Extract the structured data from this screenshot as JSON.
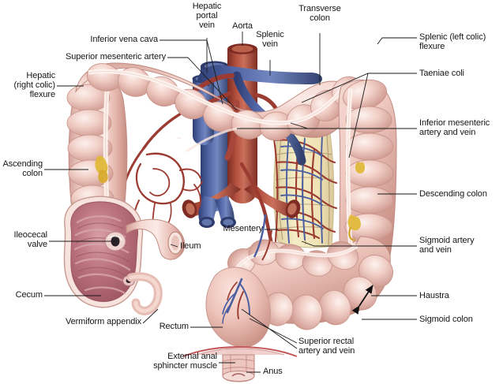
{
  "figure": {
    "title": "Large intestine (colon) gross anatomy with blood supply",
    "background_color": "#ffffff",
    "colors": {
      "colon_light": "#f0cfc8",
      "colon_mid": "#e3b2a9",
      "colon_shadow": "#c99187",
      "colon_highlight": "#fbeae6",
      "taenia": "#fbf0ec",
      "artery": "#9c3b31",
      "artery_light": "#c06050",
      "vein": "#4b5fa0",
      "vein_light": "#6d80bb",
      "mesentery_fat": "#f0e4b8",
      "mucosa": "#b0626e",
      "mucosa_light": "#cf8e96",
      "epiploic_fat": "#e0b83a",
      "leader": "#1a1a1a",
      "text": "#161616"
    }
  },
  "labels": [
    {
      "id": "hepatic-portal-vein",
      "text": "Hepatic\nportal\nvein"
    },
    {
      "id": "aorta",
      "text": "Aorta"
    },
    {
      "id": "splenic-vein",
      "text": "Splenic\nvein"
    },
    {
      "id": "transverse-colon",
      "text": "Transverse\ncolon"
    },
    {
      "id": "inferior-vena-cava",
      "text": "Inferior vena cava"
    },
    {
      "id": "superior-mesenteric-artery",
      "text": "Superior mesenteric artery"
    },
    {
      "id": "hepatic-right-colic-flexure",
      "text": "Hepatic\n(right colic)\nflexure"
    },
    {
      "id": "ascending-colon",
      "text": "Ascending\ncolon"
    },
    {
      "id": "ileocecal-valve",
      "text": "Ileocecal\nvalve"
    },
    {
      "id": "cecum",
      "text": "Cecum"
    },
    {
      "id": "vermiform-appendix",
      "text": "Vermiform appendix"
    },
    {
      "id": "ileum",
      "text": "Ileum"
    },
    {
      "id": "mesentery",
      "text": "Mesentery"
    },
    {
      "id": "rectum",
      "text": "Rectum"
    },
    {
      "id": "external-anal-sphincter-muscle",
      "text": "External anal\nsphincter muscle"
    },
    {
      "id": "superior-rectal-artery-and-vein",
      "text": "Superior rectal\nartery and vein"
    },
    {
      "id": "anus",
      "text": "Anus"
    },
    {
      "id": "splenic-left-colic-flexure",
      "text": "Splenic (left colic)\nflexure"
    },
    {
      "id": "taeniae-coli",
      "text": "Taeniae coli"
    },
    {
      "id": "inferior-mesenteric-artery-and-vein",
      "text": "Inferior mesenteric\nartery and vein"
    },
    {
      "id": "descending-colon",
      "text": "Descending colon"
    },
    {
      "id": "sigmoid-artery-and-vein",
      "text": "Sigmoid artery\nand vein"
    },
    {
      "id": "haustra",
      "text": "Haustra"
    },
    {
      "id": "sigmoid-colon",
      "text": "Sigmoid colon"
    }
  ]
}
